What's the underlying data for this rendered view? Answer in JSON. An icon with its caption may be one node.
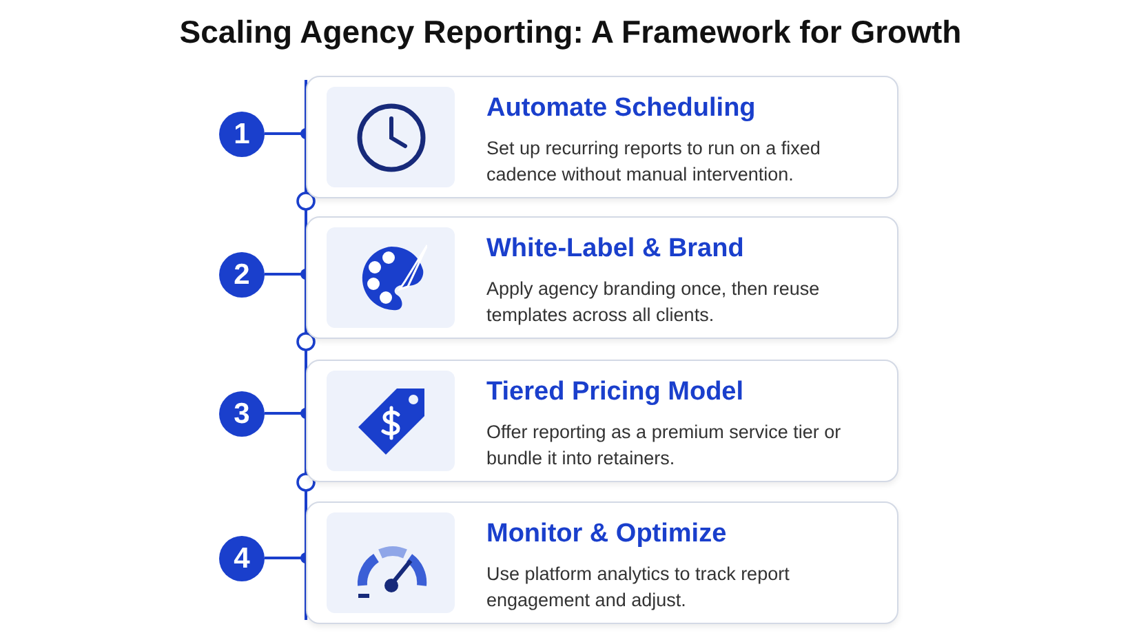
{
  "diagram": {
    "title": "Scaling Agency Reporting: A Framework for Growth",
    "nodes": [
      {
        "text": [
          "1"
        ]
      },
      {
        "text": [
          "Automate Scheduling",
          "Set up recurring reports to run on a fixed cadence without manual intervention."
        ]
      },
      {
        "text": [
          "2"
        ]
      },
      {
        "text": [
          "White-Label & Brand",
          "Apply agency branding once, then reuse templates across all clients."
        ]
      },
      {
        "text": [
          "3"
        ]
      },
      {
        "text": [
          "Tiered Pricing Model",
          "Offer reporting as a premium service tier or bundle it into retainers."
        ]
      },
      {
        "text": [
          "4"
        ]
      },
      {
        "text": [
          "Monitor & Optimize",
          "Use platform analytics to track report engagement and adjust."
        ]
      }
    ],
    "edges": [
      {
        "from": 0,
        "to": 1,
        "arrow": "other"
      },
      {
        "from": 2,
        "to": 3,
        "arrow": "other"
      },
      {
        "from": 4,
        "to": 5,
        "arrow": "other"
      },
      {
        "from": 6,
        "to": 7,
        "arrow": "other"
      }
    ]
  }
}
